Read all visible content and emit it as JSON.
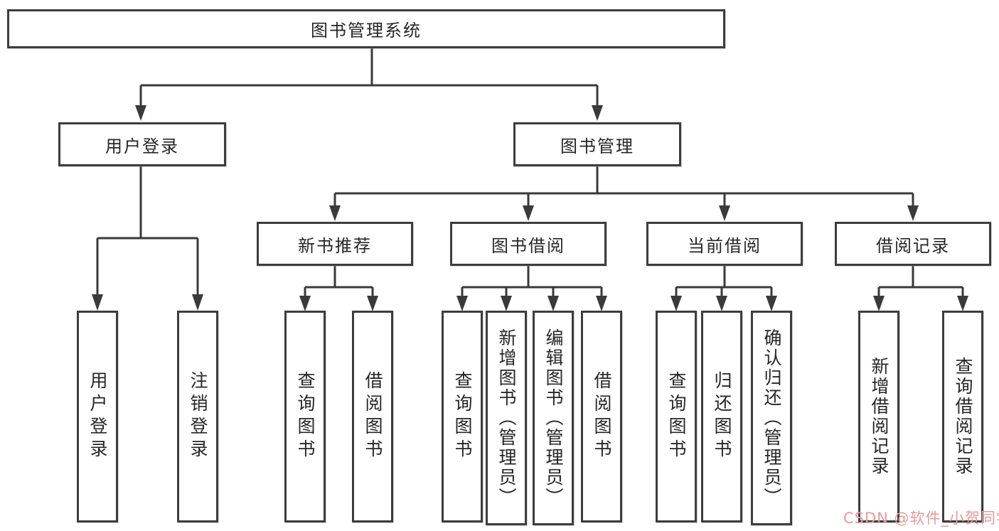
{
  "diagram": {
    "title": "图书管理系统",
    "root": {
      "label": "图书管理系统"
    },
    "branches": [
      {
        "label": "用户登录",
        "children": [
          {
            "label": "用户登录"
          },
          {
            "label": "注销登录"
          }
        ]
      },
      {
        "label": "图书管理",
        "children": [
          {
            "label": "新书推荐",
            "children": [
              {
                "label": "查询图书"
              },
              {
                "label": "借阅图书"
              }
            ]
          },
          {
            "label": "图书借阅",
            "children": [
              {
                "label": "查询图书"
              },
              {
                "label": "新增图书（管理员）"
              },
              {
                "label": "编辑图书（管理员）"
              },
              {
                "label": "借阅图书"
              }
            ]
          },
          {
            "label": "当前借阅",
            "children": [
              {
                "label": "查询图书"
              },
              {
                "label": "归还图书"
              },
              {
                "label": "确认归还（管理员）"
              }
            ]
          },
          {
            "label": "借阅记录",
            "children": [
              {
                "label": "新增借阅记录"
              },
              {
                "label": "查询借阅记录"
              }
            ]
          }
        ]
      }
    ]
  },
  "watermark": {
    "text": "CSDN @软件_小贺同学",
    "color": "#e89a9a"
  },
  "colors": {
    "line": "#3a3a3a",
    "border": "#3d3d3d",
    "text": "#262626",
    "background": "#ffffff"
  }
}
